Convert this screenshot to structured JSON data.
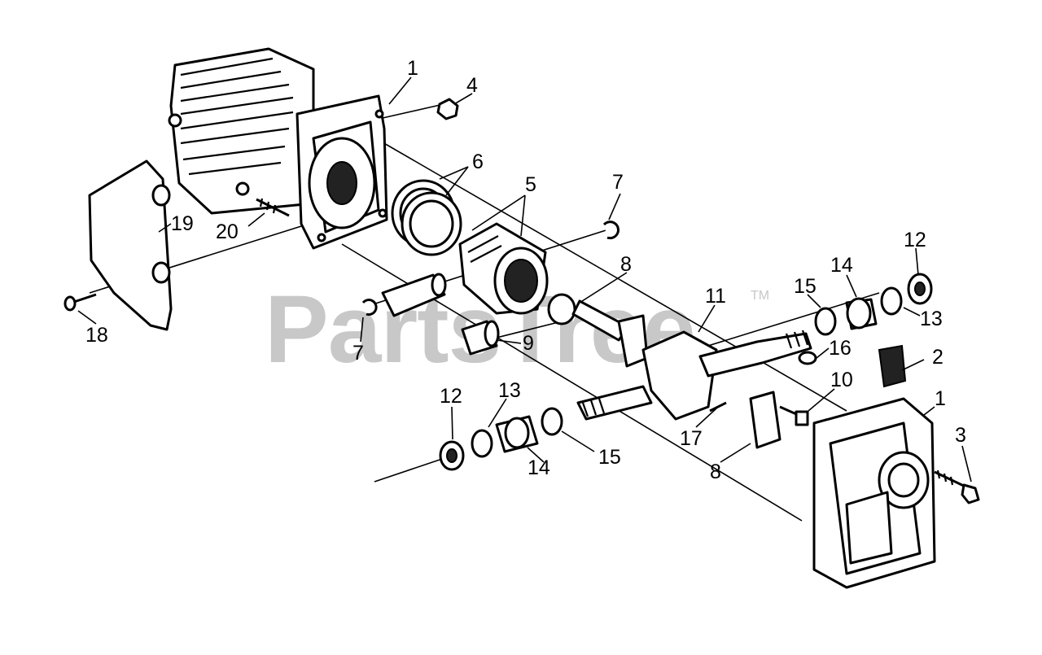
{
  "watermark": {
    "text": "PartsTree",
    "mark": "TM"
  },
  "callouts": [
    {
      "id": "c1a",
      "text": "1"
    },
    {
      "id": "c4",
      "text": "4"
    },
    {
      "id": "c6",
      "text": "6"
    },
    {
      "id": "c5",
      "text": "5"
    },
    {
      "id": "c7a",
      "text": "7"
    },
    {
      "id": "c19",
      "text": "19"
    },
    {
      "id": "c20",
      "text": "20"
    },
    {
      "id": "c12a",
      "text": "12"
    },
    {
      "id": "c14a",
      "text": "14"
    },
    {
      "id": "c15a",
      "text": "15"
    },
    {
      "id": "c8a",
      "text": "8"
    },
    {
      "id": "c11",
      "text": "11"
    },
    {
      "id": "c13a",
      "text": "13"
    },
    {
      "id": "c18",
      "text": "18"
    },
    {
      "id": "c7b",
      "text": "7"
    },
    {
      "id": "c9",
      "text": "9"
    },
    {
      "id": "c16",
      "text": "16"
    },
    {
      "id": "c2",
      "text": "2"
    },
    {
      "id": "c10",
      "text": "10"
    },
    {
      "id": "c1b",
      "text": "1"
    },
    {
      "id": "c12b",
      "text": "12"
    },
    {
      "id": "c13b",
      "text": "13"
    },
    {
      "id": "c17",
      "text": "17"
    },
    {
      "id": "c3",
      "text": "3"
    },
    {
      "id": "c14b",
      "text": "14"
    },
    {
      "id": "c15b",
      "text": "15"
    },
    {
      "id": "c8b",
      "text": "8"
    }
  ]
}
